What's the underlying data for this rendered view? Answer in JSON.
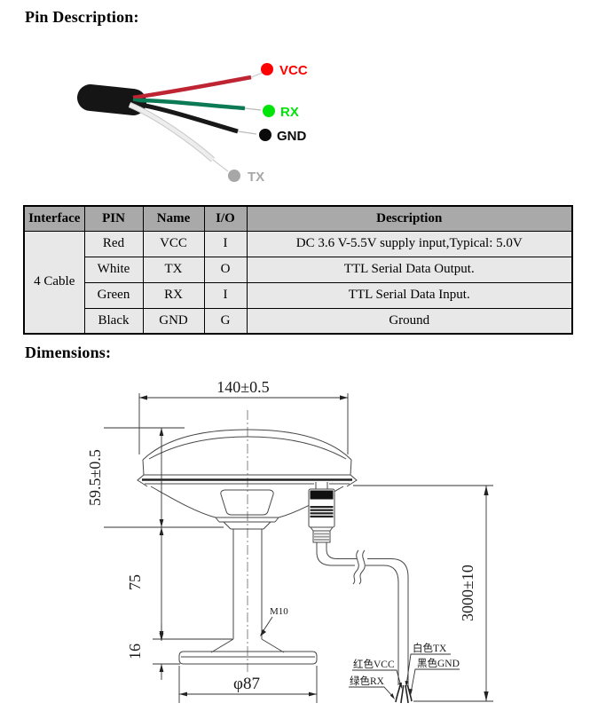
{
  "page": {
    "pin_heading": "Pin Description:",
    "dim_heading": "Dimensions:"
  },
  "wires": {
    "vcc": {
      "label": "VCC",
      "color": "#fe0000",
      "wire_color": "#bf2433"
    },
    "rx": {
      "label": "RX",
      "color": "#00e40a",
      "wire_color": "#0c7b55"
    },
    "gnd": {
      "label": "GND",
      "color": "#0a0a0a",
      "wire_color": "#181818"
    },
    "tx": {
      "label": "TX",
      "color": "#a7a7a7",
      "wire_color": "#ededed"
    }
  },
  "table": {
    "headers": [
      "Interface",
      "PIN",
      "Name",
      "I/O",
      "Description"
    ],
    "interface": "4 Cable",
    "rows": [
      {
        "pin": "Red",
        "name": "VCC",
        "io": "I",
        "desc": "DC 3.6 V-5.5V supply input,Typical: 5.0V"
      },
      {
        "pin": "White",
        "name": "TX",
        "io": "O",
        "desc": "TTL Serial Data Output."
      },
      {
        "pin": "Green",
        "name": "RX",
        "io": "I",
        "desc": "TTL Serial Data Input."
      },
      {
        "pin": "Black",
        "name": "GND",
        "io": "G",
        "desc": "Ground"
      }
    ]
  },
  "drawing": {
    "width_dim": "140±0.5",
    "height_dim": "59.5±0.5",
    "pole_dim": "75",
    "base_height_dim": "16",
    "base_dia_dim": "φ87",
    "cable_dim": "3000±10",
    "thread_label": "M10",
    "wire_labels": {
      "vcc": "红色VCC",
      "tx": "白色TX",
      "gnd": "黑色GND",
      "rx": "绿色RX"
    }
  }
}
